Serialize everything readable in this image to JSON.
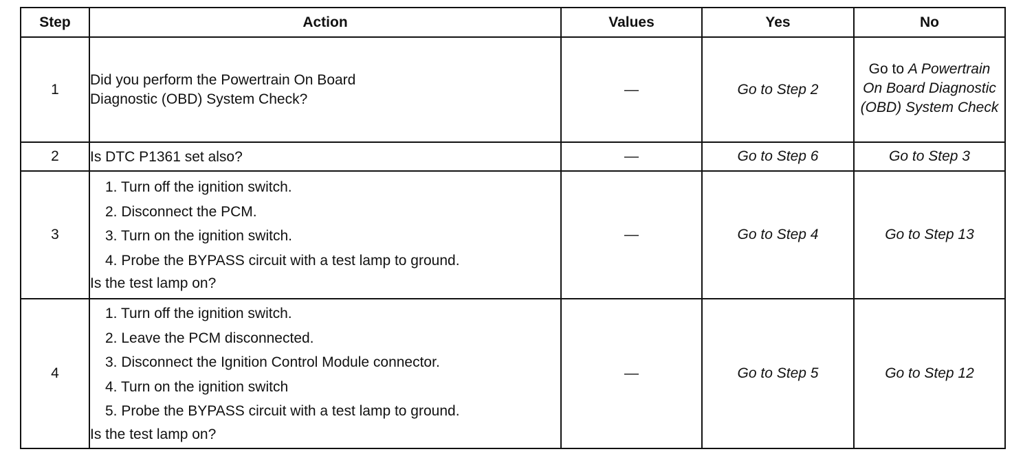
{
  "header": {
    "step": "Step",
    "action": "Action",
    "values": "Values",
    "yes": "Yes",
    "no": "No"
  },
  "rows": [
    {
      "step": "1",
      "action_line1": "Did you perform the Powertrain On Board",
      "action_line2": "Diagnostic (OBD) System Check?",
      "values": "—",
      "yes": "Go to Step 2",
      "no_prefix": "Go to ",
      "no_italic": "A Powertrain On Board Diagnostic (OBD) System Check"
    },
    {
      "step": "2",
      "action": "Is DTC P1361 set also?",
      "values": "—",
      "yes": "Go to Step 6",
      "no": "Go to Step 3"
    },
    {
      "step": "3",
      "substeps": [
        "1.  Turn off the ignition switch.",
        "2.  Disconnect the PCM.",
        "3.  Turn on the ignition switch.",
        "4.  Probe the BYPASS circuit with a test lamp to ground."
      ],
      "question": "Is the test lamp on?",
      "values": "—",
      "yes": "Go to Step 4",
      "no": "Go to Step 13"
    },
    {
      "step": "4",
      "substeps": [
        "1.  Turn off the ignition switch.",
        "2.  Leave the PCM disconnected.",
        "3.  Disconnect the Ignition Control Module connector.",
        "4.  Turn on the ignition switch",
        "5.  Probe the BYPASS circuit with a test lamp to ground."
      ],
      "question": "Is the test lamp on?",
      "values": "—",
      "yes": "Go to Step 5",
      "no": "Go to Step 12"
    }
  ]
}
